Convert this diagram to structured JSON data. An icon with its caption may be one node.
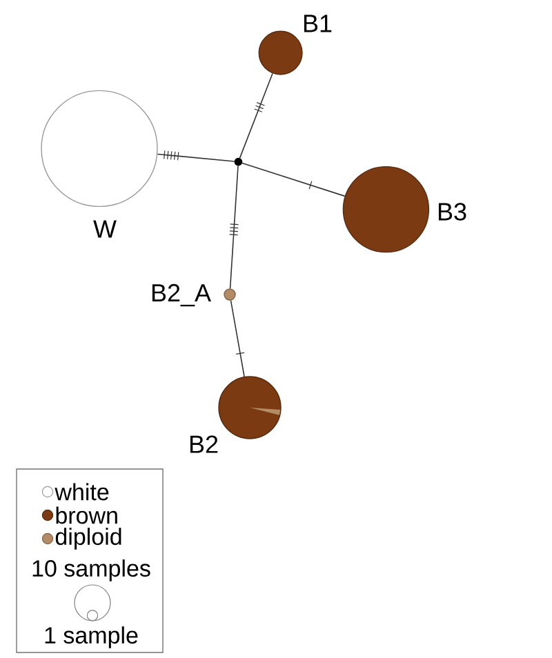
{
  "diagram": {
    "nodes": [
      {
        "text": [],
        "shape": "circle",
        "beside": [
          "B1"
        ]
      },
      {
        "text": [],
        "shape": "circle",
        "beside": [
          "W"
        ]
      },
      {
        "text": [],
        "shape": "circle"
      },
      {
        "text": [],
        "shape": "circle",
        "beside": [
          "B3"
        ]
      },
      {
        "text": [],
        "shape": "circle",
        "beside": [
          "B2_A"
        ]
      },
      {
        "text": [],
        "shape": "circle",
        "beside": [
          "B2"
        ]
      }
    ],
    "edges": [
      {
        "from": 2,
        "to": 0,
        "arrow": "none"
      },
      {
        "from": 2,
        "to": 1,
        "arrow": "none"
      },
      {
        "from": 2,
        "to": 3,
        "arrow": "none"
      },
      {
        "from": 2,
        "to": 4,
        "arrow": "none"
      },
      {
        "from": 4,
        "to": 5,
        "arrow": "none"
      }
    ],
    "legend": [
      {
        "text": "white",
        "color": "#ffffff"
      },
      {
        "text": "brown",
        "color": "#7b3a12"
      },
      {
        "text": "diploid",
        "color": "#b38b65"
      },
      {
        "text": "10 samples"
      },
      {
        "text": "1 sample"
      }
    ]
  }
}
